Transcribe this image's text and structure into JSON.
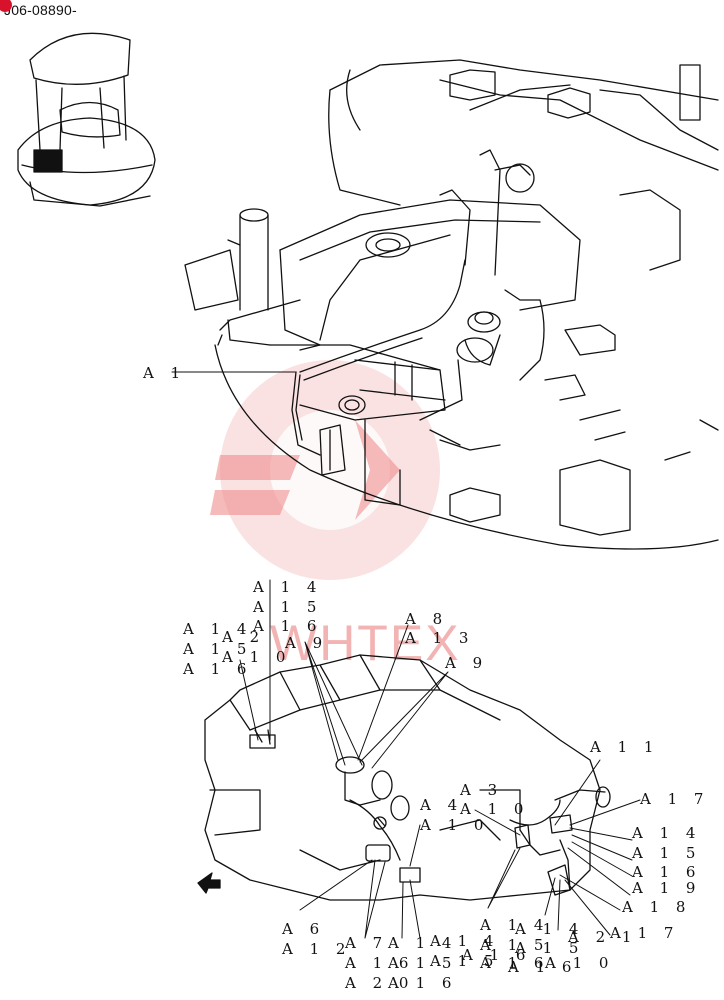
{
  "header": {
    "serial_range": "J06-08890-"
  },
  "watermark": {
    "text": "WHTEX",
    "color": "#e8585a"
  },
  "labels": [
    {
      "id": "l1",
      "text": "A 1"
    },
    {
      "id": "l2",
      "text": "A 1 4"
    },
    {
      "id": "l3",
      "text": "A 1 5"
    },
    {
      "id": "l4",
      "text": "A 1 6"
    },
    {
      "id": "l5",
      "text": "A 1 4"
    },
    {
      "id": "l6",
      "text": "A 2"
    },
    {
      "id": "l7",
      "text": "A 1 5"
    },
    {
      "id": "l8",
      "text": "A 1 0"
    },
    {
      "id": "l9",
      "text": "A 1 6"
    },
    {
      "id": "l10",
      "text": "A 9"
    },
    {
      "id": "l11",
      "text": "A 8"
    },
    {
      "id": "l12",
      "text": "A 1 3"
    },
    {
      "id": "l13",
      "text": "A 9"
    },
    {
      "id": "l14",
      "text": "A 1 1"
    },
    {
      "id": "l15",
      "text": "A 3"
    },
    {
      "id": "l16",
      "text": "A 4"
    },
    {
      "id": "l17",
      "text": "A 1 0"
    },
    {
      "id": "l18",
      "text": "A 1 0"
    },
    {
      "id": "l19",
      "text": "A 1 7"
    },
    {
      "id": "l20",
      "text": "A 1 4"
    },
    {
      "id": "l21",
      "text": "A 1 5"
    },
    {
      "id": "l22",
      "text": "A 1 6"
    },
    {
      "id": "l23",
      "text": "A 1 9"
    },
    {
      "id": "l24",
      "text": "A 1 8"
    },
    {
      "id": "l25",
      "text": "A 1 7"
    },
    {
      "id": "l26",
      "text": "A 6"
    },
    {
      "id": "l27",
      "text": "A 1 2"
    },
    {
      "id": "l28",
      "text": "A 7"
    },
    {
      "id": "l29",
      "text": "A 1 6"
    },
    {
      "id": "l30",
      "text": "A 2 0"
    },
    {
      "id": "l31",
      "text": "A 1 4"
    },
    {
      "id": "l32",
      "text": "A 1 5"
    },
    {
      "id": "l33",
      "text": "A 1 6"
    },
    {
      "id": "l34",
      "text": "A 1 4"
    },
    {
      "id": "l35",
      "text": "A 1 5"
    },
    {
      "id": "l36",
      "text": "A 1 6"
    },
    {
      "id": "l37",
      "text": "A 1 4"
    },
    {
      "id": "l38",
      "text": "A 1 5"
    },
    {
      "id": "l39",
      "text": "A 1 6"
    },
    {
      "id": "l40",
      "text": "A 1 4"
    },
    {
      "id": "l41",
      "text": "A 1 5"
    },
    {
      "id": "l42",
      "text": "A 1 6"
    },
    {
      "id": "l43",
      "text": "A 2 1"
    },
    {
      "id": "l44",
      "text": "A 1 0"
    }
  ]
}
